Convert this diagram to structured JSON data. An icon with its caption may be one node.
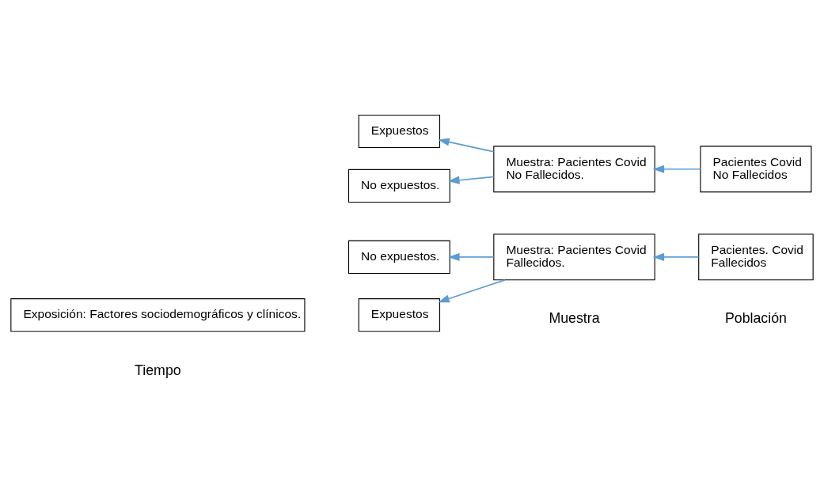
{
  "diagram": {
    "nodes": [
      {
        "text": [
          "Exposición: Factores sociodemográficos y clínicos."
        ]
      },
      {
        "text": [
          "Expuestos"
        ]
      },
      {
        "text": [
          "No expuestos."
        ]
      },
      {
        "text": [
          "Muestra: Pacientes Covid",
          "Fallecidos."
        ]
      },
      {
        "text": [
          "Pacientes. Covid",
          "Fallecidos"
        ]
      },
      {
        "text": [
          "Expuestos"
        ]
      },
      {
        "text": [
          "No expuestos."
        ]
      },
      {
        "text": [
          "Muestra: Pacientes Covid",
          "No Fallecidos."
        ]
      },
      {
        "text": [
          "Pacientes Covid",
          "No Fallecidos"
        ]
      }
    ],
    "edges": [
      {
        "from": 4,
        "to": 3,
        "arrow": "to"
      },
      {
        "from": 3,
        "to": 1,
        "arrow": "to"
      },
      {
        "from": 3,
        "to": 2,
        "arrow": "to"
      },
      {
        "from": 8,
        "to": 7,
        "arrow": "to"
      },
      {
        "from": 7,
        "to": 5,
        "arrow": "to"
      },
      {
        "from": 7,
        "to": 6,
        "arrow": "to"
      }
    ],
    "labels": [
      "Muestra",
      "Población",
      "Tiempo"
    ]
  }
}
